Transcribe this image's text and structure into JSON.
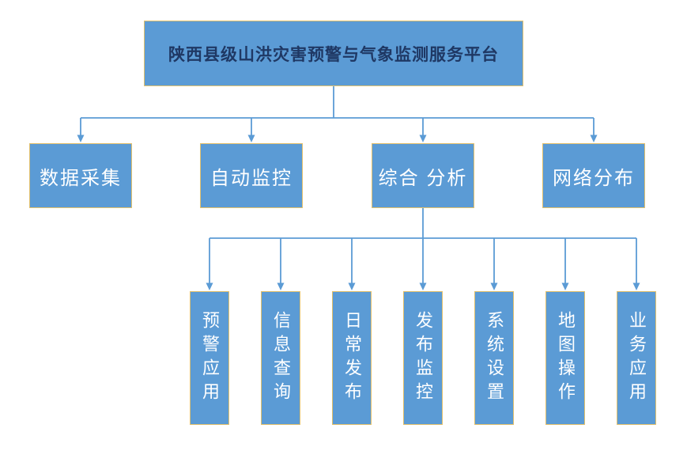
{
  "diagram": {
    "title_node": "陕西县级山洪灾害预警与气象监测服务平台",
    "level2_nodes": [
      "数据采集",
      "自动监控",
      "综合 分析",
      "网络分布"
    ],
    "level3_nodes": [
      "预警应用",
      "信息查询",
      "日常发布",
      "发布监控",
      "系统设置",
      "地图操作",
      "业务应用"
    ]
  },
  "colors": {
    "box_fill": "#5B9BD5",
    "box_border": "#E2C06C",
    "connector": "#5B9BD5",
    "title_text": "#1F3864",
    "node_text": "#FFFFFF"
  }
}
